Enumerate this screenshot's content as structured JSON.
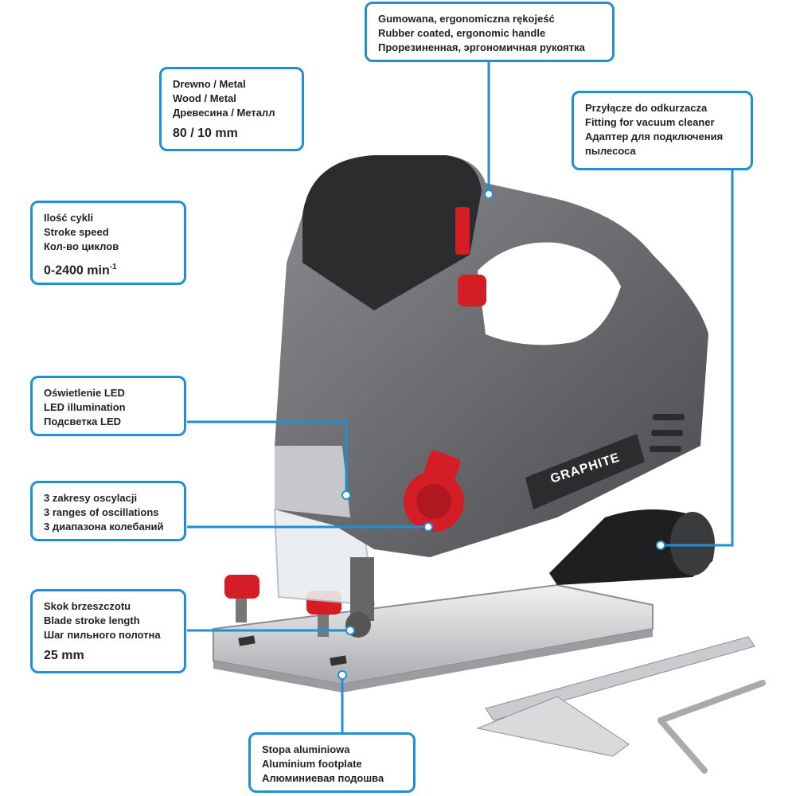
{
  "callouts": {
    "handle": {
      "lines": [
        "Gumowana, ergonomiczna rękojeść",
        "Rubber coated, ergonomic handle",
        "Прорезиненная, эргономичная рукоятка"
      ]
    },
    "material": {
      "lines": [
        "Drewno / Metal",
        "Wood / Metal",
        "Древесина / Металл"
      ],
      "spec": "80 / 10 mm"
    },
    "vacuum": {
      "lines": [
        "Przyłącze do odkurzacza",
        "Fitting for vacuum cleaner",
        "Адаптер для подключения",
        "пылесоса"
      ]
    },
    "stroke_speed": {
      "lines": [
        "Ilość cykli",
        "Stroke speed",
        "Кол-во циклов"
      ],
      "spec": "0-2400 min",
      "spec_sup": "-1"
    },
    "led": {
      "lines": [
        "Oświetlenie LED",
        "LED illumination",
        "Подсветка LED"
      ]
    },
    "oscillation": {
      "lines": [
        "3 zakresy oscylacji",
        "3 ranges of oscillations",
        "3 диапазона колебаний"
      ]
    },
    "blade_stroke": {
      "lines": [
        "Skok brzeszczotu",
        "Blade stroke length",
        "Шаг пильного полотна"
      ],
      "spec": "25 mm"
    },
    "footplate": {
      "lines": [
        "Stopa aluminiowa",
        "Aluminium footplate",
        "Алюминиевая подошва"
      ]
    }
  },
  "product": {
    "brand": "GRAPHITE"
  },
  "colors": {
    "accent": "#1f8fd6",
    "body_gray": "#5a5c5f",
    "dark": "#2b2c2e",
    "red": "#d51d25",
    "metal": "#d9dadc"
  }
}
